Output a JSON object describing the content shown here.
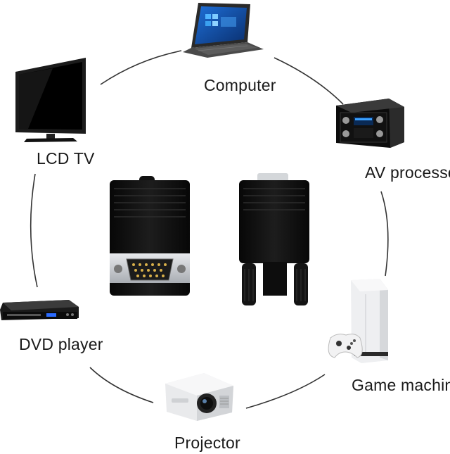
{
  "labels": {
    "computer": "Computer",
    "av_processor": "AV processor",
    "lcd_tv": "LCD TV",
    "dvd_player": "DVD player",
    "game_machine": "Game machine",
    "projector": "Projector"
  },
  "colors": {
    "background": "#ffffff",
    "ring": "#333333",
    "adapter_body": "#111111",
    "connector_metal": "#c9ccd0"
  }
}
